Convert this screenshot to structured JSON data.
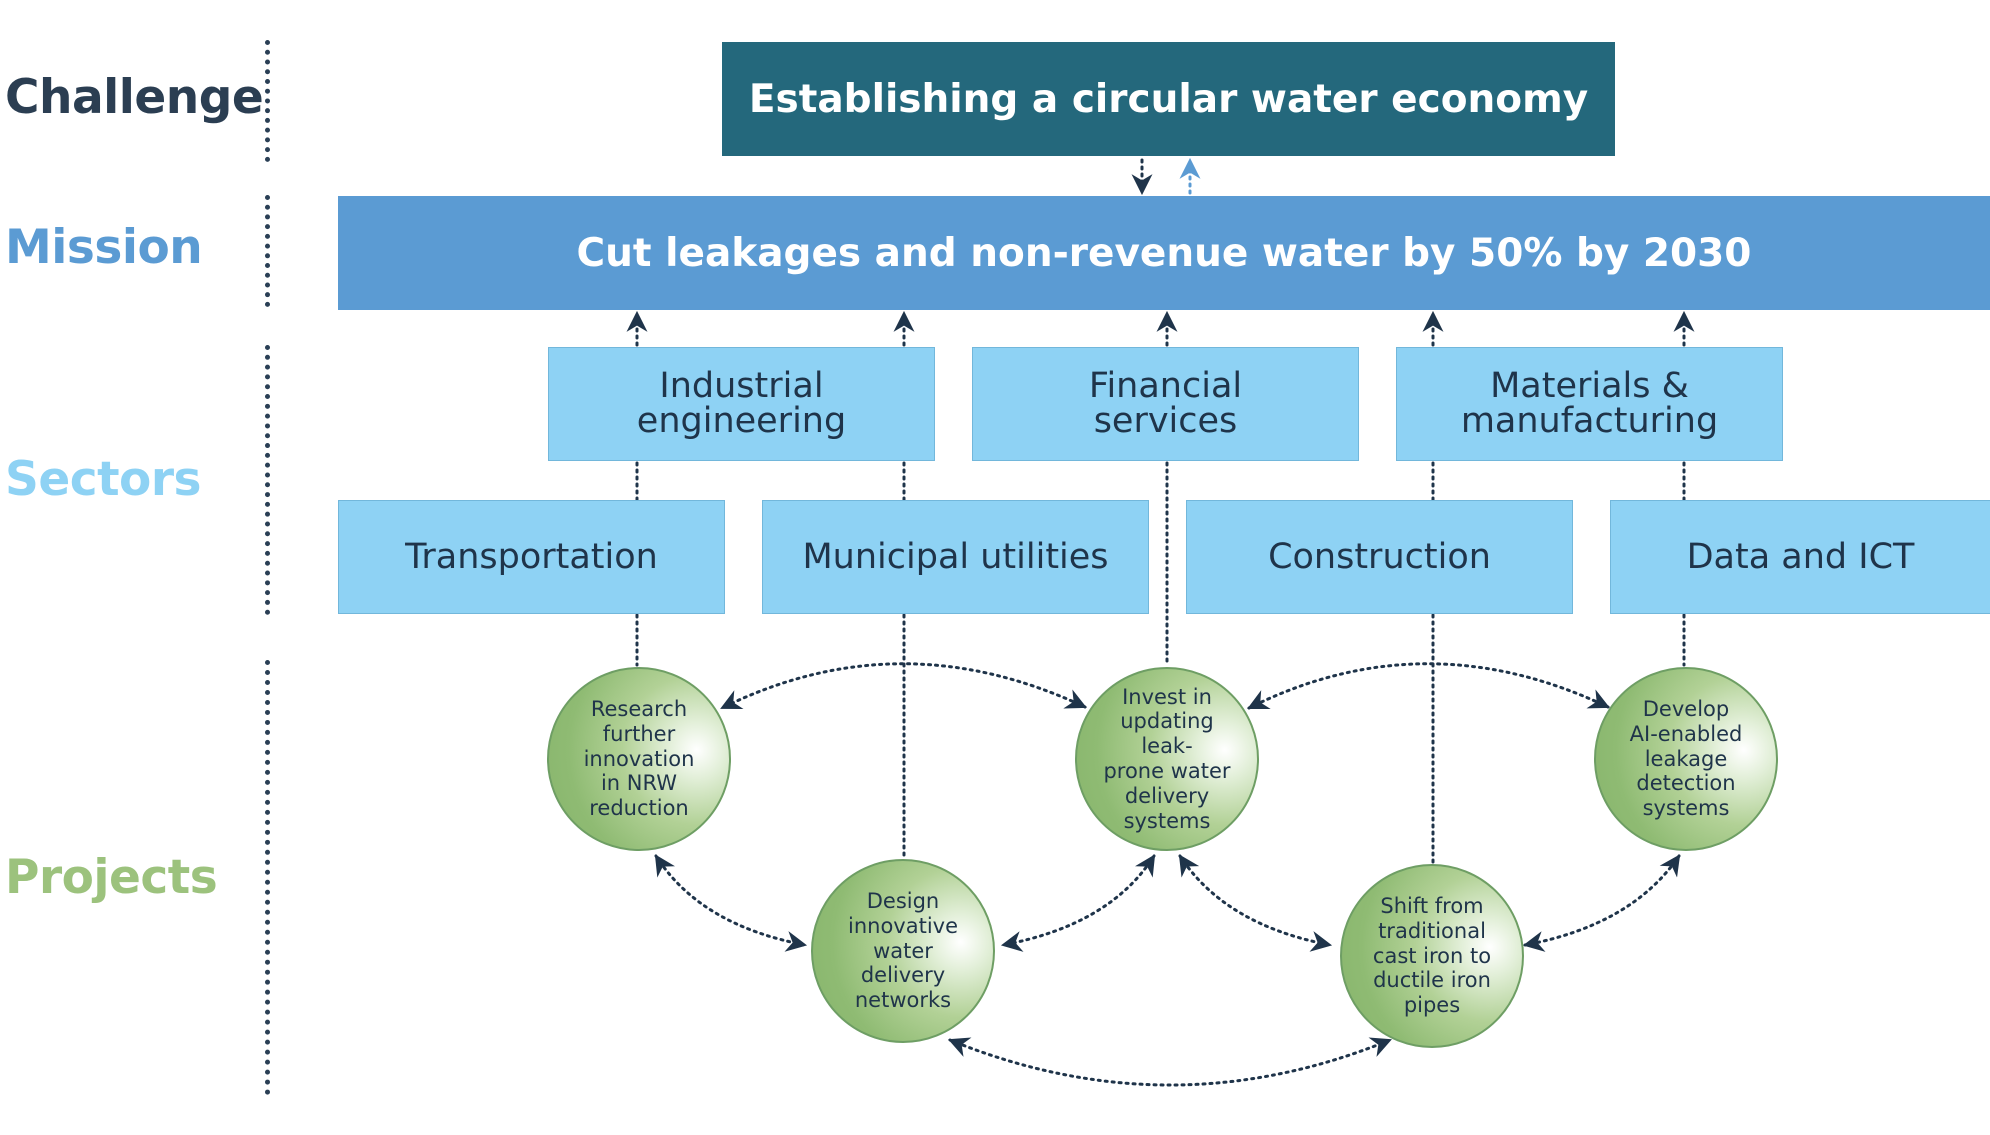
{
  "row_labels": {
    "challenge": "Challenge",
    "mission": "Mission",
    "sectors": "Sectors",
    "projects": "Projects"
  },
  "challenge": "Establishing a circular water economy",
  "mission": "Cut leakages and non-revenue water by 50% by 2030",
  "sectors": {
    "upper": [
      "Industrial\nengineering",
      "Financial\nservices",
      "Materials &\nmanufacturing"
    ],
    "lower": [
      "Transportation",
      "Municipal utilities",
      "Construction",
      "Data and ICT"
    ]
  },
  "projects": [
    "Research\nfurther\ninnovation\nin NRW\nreduction",
    "Invest in\nupdating leak-\nprone water\ndelivery\nsystems",
    "Develop\nAI-enabled\nleakage\ndetection\nsystems",
    "Design\ninnovative\nwater\ndelivery\nnetworks",
    "Shift from\ntraditional\ncast iron to\nductile iron\npipes"
  ],
  "colors": {
    "challenge_label": "#2b3e52",
    "mission_label": "#5b9bd3",
    "sectors_label": "#8ed2f4",
    "projects_label": "#9cc27d",
    "challenge_box": "#24687c",
    "mission_box": "#5b9bd3",
    "sector_box": "#8ed2f4",
    "arrow": "#1f344a",
    "arrow_up_light": "#5b9bd3"
  }
}
